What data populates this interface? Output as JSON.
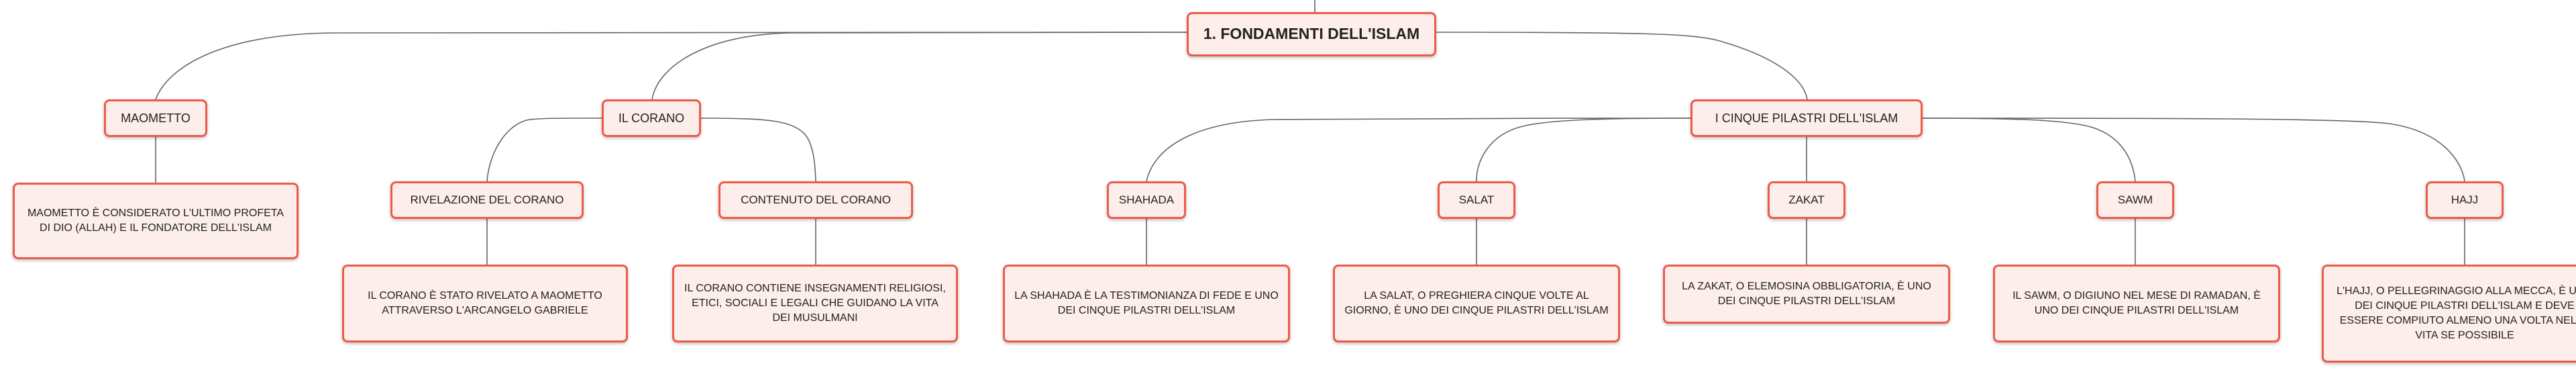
{
  "colors": {
    "node_border": "#ee5a48",
    "node_fill": "#fdeeeb",
    "edge": "#666666"
  },
  "root": {
    "label": "1. FONDAMENTI DELL'ISLAM"
  },
  "branches": {
    "maometto": {
      "label": "MAOMETTO",
      "detail": "MAOMETTO È CONSIDERATO L'ULTIMO PROFETA DI DIO (ALLAH) E IL FONDATORE DELL'ISLAM"
    },
    "corano": {
      "label": "IL CORANO",
      "rivelazione": {
        "label": "RIVELAZIONE DEL CORANO",
        "detail": "IL CORANO È STATO RIVELATO A MAOMETTO ATTRAVERSO L'ARCANGELO GABRIELE"
      },
      "contenuto": {
        "label": "CONTENUTO DEL CORANO",
        "detail": "IL CORANO CONTIENE INSEGNAMENTI RELIGIOSI, ETICI, SOCIALI E LEGALI CHE GUIDANO LA VITA DEI MUSULMANI"
      }
    },
    "pilastri": {
      "label": "I CINQUE PILASTRI DELL'ISLAM",
      "shahada": {
        "label": "SHAHADA",
        "detail": "LA SHAHADA È LA TESTIMONIANZA DI FEDE E UNO DEI CINQUE PILASTRI DELL'ISLAM"
      },
      "salat": {
        "label": "SALAT",
        "detail": "LA SALAT, O PREGHIERA CINQUE VOLTE AL GIORNO, È UNO DEI CINQUE PILASTRI DELL'ISLAM"
      },
      "zakat": {
        "label": "ZAKAT",
        "detail": "LA ZAKAT, O ELEMOSINA OBBLIGATORIA, È UNO DEI CINQUE PILASTRI DELL'ISLAM"
      },
      "sawm": {
        "label": "SAWM",
        "detail": "IL SAWM, O DIGIUNO NEL MESE DI RAMADAN, È UNO DEI CINQUE PILASTRI DELL'ISLAM"
      },
      "hajj": {
        "label": "HAJJ",
        "detail": "L'HAJJ, O PELLEGRINAGGIO ALLA MECCA, È UNO DEI CINQUE PILASTRI DELL'ISLAM E DEVE ESSERE COMPIUTO ALMENO UNA VOLTA NELLA VITA SE POSSIBILE"
      }
    }
  }
}
